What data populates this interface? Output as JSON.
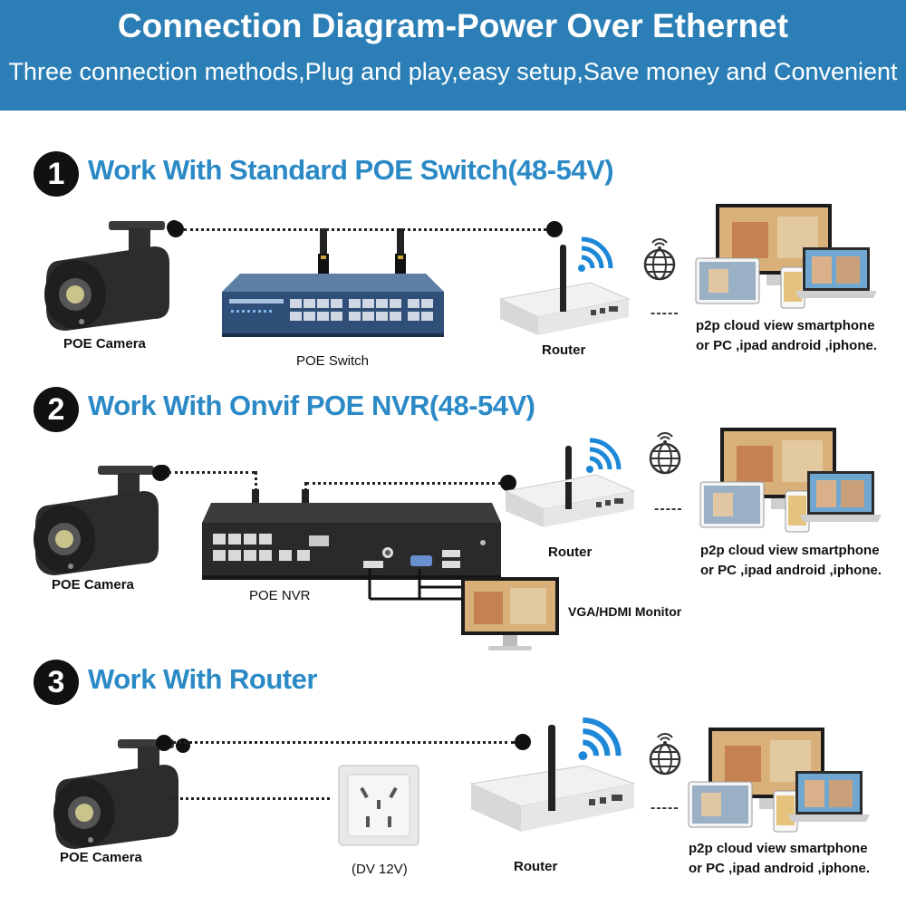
{
  "header": {
    "title": "Connection Diagram-Power Over Ethernet",
    "subtitle": "Three connection methods,Plug and play,easy setup,Save money and Convenient"
  },
  "sections": [
    {
      "number": "1",
      "title": "Work With Standard POE Switch(48-54V)",
      "camera_label": "POE Camera",
      "device_label": "POE Switch",
      "router_label": "Router",
      "cloud_caption_line1": "p2p cloud view smartphone",
      "cloud_caption_line2": "or PC ,ipad android ,iphone."
    },
    {
      "number": "2",
      "title": "Work With Onvif POE NVR(48-54V)",
      "camera_label": "POE Camera",
      "device_label": "POE NVR",
      "router_label": "Router",
      "monitor_label": "VGA/HDMI Monitor",
      "cloud_caption_line1": "p2p cloud view smartphone",
      "cloud_caption_line2": "or PC ,ipad android ,iphone."
    },
    {
      "number": "3",
      "title": "Work With Router",
      "camera_label": "POE Camera",
      "device_label": "(DV 12V)",
      "router_label": "Router",
      "cloud_caption_line1": "p2p cloud view smartphone",
      "cloud_caption_line2": "or PC ,ipad android ,iphone."
    }
  ],
  "connector_dashes": "-----",
  "colors": {
    "header_bg": "#2b7fb6",
    "section_title": "#2b8ac6",
    "wifi": "#1e88d8"
  }
}
